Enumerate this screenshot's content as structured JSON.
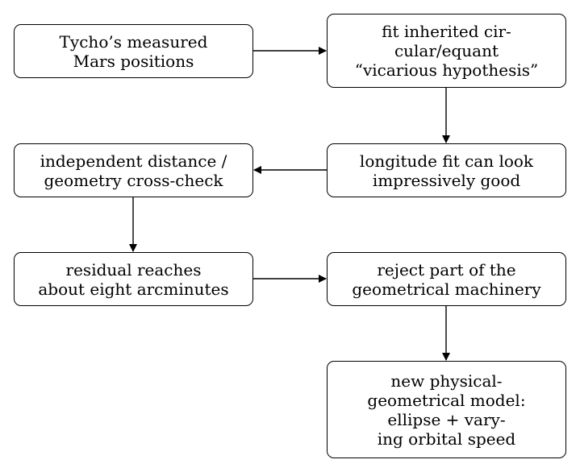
{
  "nodes": {
    "tycho": {
      "lines": [
        "Tycho’s measured",
        "Mars positions"
      ]
    },
    "fit": {
      "lines": [
        "fit inherited cir-",
        "cular/equant",
        "“vicarious hypothesis”"
      ]
    },
    "longitude": {
      "lines": [
        "longitude fit can look",
        "impressively good"
      ]
    },
    "crosscheck": {
      "lines": [
        "independent distance /",
        "geometry cross-check"
      ]
    },
    "residual": {
      "lines": [
        "residual reaches",
        "about eight arcminutes"
      ]
    },
    "reject": {
      "lines": [
        "reject part of the",
        "geometrical machinery"
      ]
    },
    "model": {
      "lines": [
        "new physical-",
        "geometrical model:",
        "ellipse + vary-",
        "ing orbital speed"
      ]
    }
  },
  "edges": [
    {
      "from": "tycho",
      "to": "fit"
    },
    {
      "from": "fit",
      "to": "longitude"
    },
    {
      "from": "longitude",
      "to": "crosscheck"
    },
    {
      "from": "crosscheck",
      "to": "residual"
    },
    {
      "from": "residual",
      "to": "reject"
    },
    {
      "from": "reject",
      "to": "model"
    }
  ]
}
